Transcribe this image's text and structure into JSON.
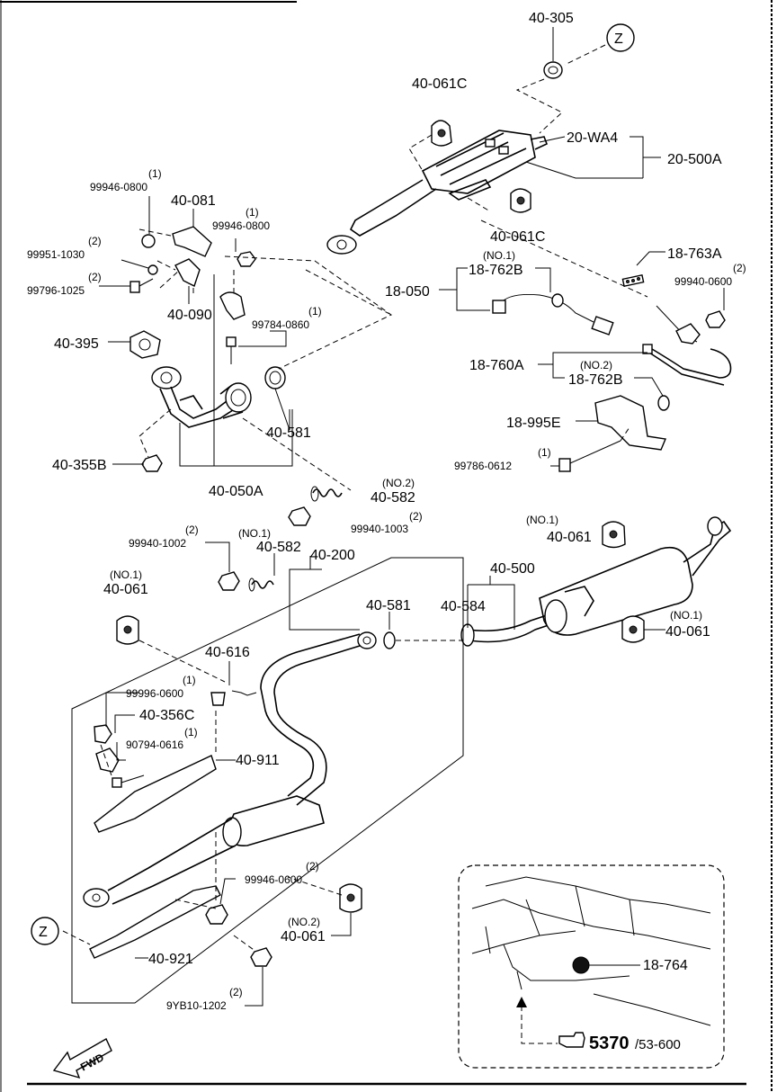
{
  "labels": {
    "p40_305": "40-305",
    "zone_z": "Z",
    "p40_061C_top": "40-061C",
    "p20_WA4": "20-WA4",
    "p20_500A": "20-500A",
    "p40_061C_bottom": "40-061C",
    "p99946_0800_qty": "(1)",
    "p99946_0800": "99946-0800",
    "p40_081": "40-081",
    "p99946_0800b_qty": "(1)",
    "p99946_0800b": "99946-0800",
    "p99951_1030_qty": "(2)",
    "p99951_1030": "99951-1030",
    "p99796_1025_qty": "(2)",
    "p99796_1025": "99796-1025",
    "p40_090": "40-090",
    "p99784_0860_qty": "(1)",
    "p99784_0860": "99784-0860",
    "p40_395": "40-395",
    "p18_763A": "18-763A",
    "p99940_0600_qty": "(2)",
    "p99940_0600": "99940-0600",
    "no1_a": "(NO.1)",
    "p18_762B_a": "18-762B",
    "p18_050": "18-050",
    "no2_a": "(NO.2)",
    "p18_760A": "18-760A",
    "p18_762B_b": "18-762B",
    "p18_995E": "18-995E",
    "p40_581_a": "40-581",
    "p99786_0612_qty": "(1)",
    "p99786_0612": "99786-0612",
    "p40_355B": "40-355B",
    "p40_050A": "40-050A",
    "no2_b": "(NO.2)",
    "p40_582_a": "40-582",
    "p99940_1003_qty": "(2)",
    "p99940_1003": "99940-1003",
    "no1_b": "(NO.1)",
    "p40_061_a": "40-061",
    "p99940_1002_qty": "(2)",
    "p99940_1002": "99940-1002",
    "no1_c": "(NO.1)",
    "p40_582_b": "40-582",
    "p40_200": "40-200",
    "p40_500": "40-500",
    "no1_d": "(NO.1)",
    "p40_061_b": "40-061",
    "p40_584": "40-584",
    "p40_581_b": "40-581",
    "no1_e": "(NO.1)",
    "p40_061_c": "40-061",
    "p40_616": "40-616",
    "p99996_0600_qty": "(1)",
    "p99996_0600": "99996-0600",
    "p40_356C": "40-356C",
    "p90794_0616_qty": "(1)",
    "p90794_0616": "90794-0616",
    "p40_911": "40-911",
    "p99946_0600_qty": "(2)",
    "p99946_0600": "99946-0600",
    "no2_c": "(NO.2)",
    "p40_061_d": "40-061",
    "zone_z_bottom": "Z",
    "p40_921": "40-921",
    "p9YB10_1202_qty": "(2)",
    "p9YB10_1202": "9YB10-1202",
    "p18_764": "18-764",
    "ref_main": "5370",
    "ref_sub": "/53-600",
    "fwd": "FWD"
  }
}
